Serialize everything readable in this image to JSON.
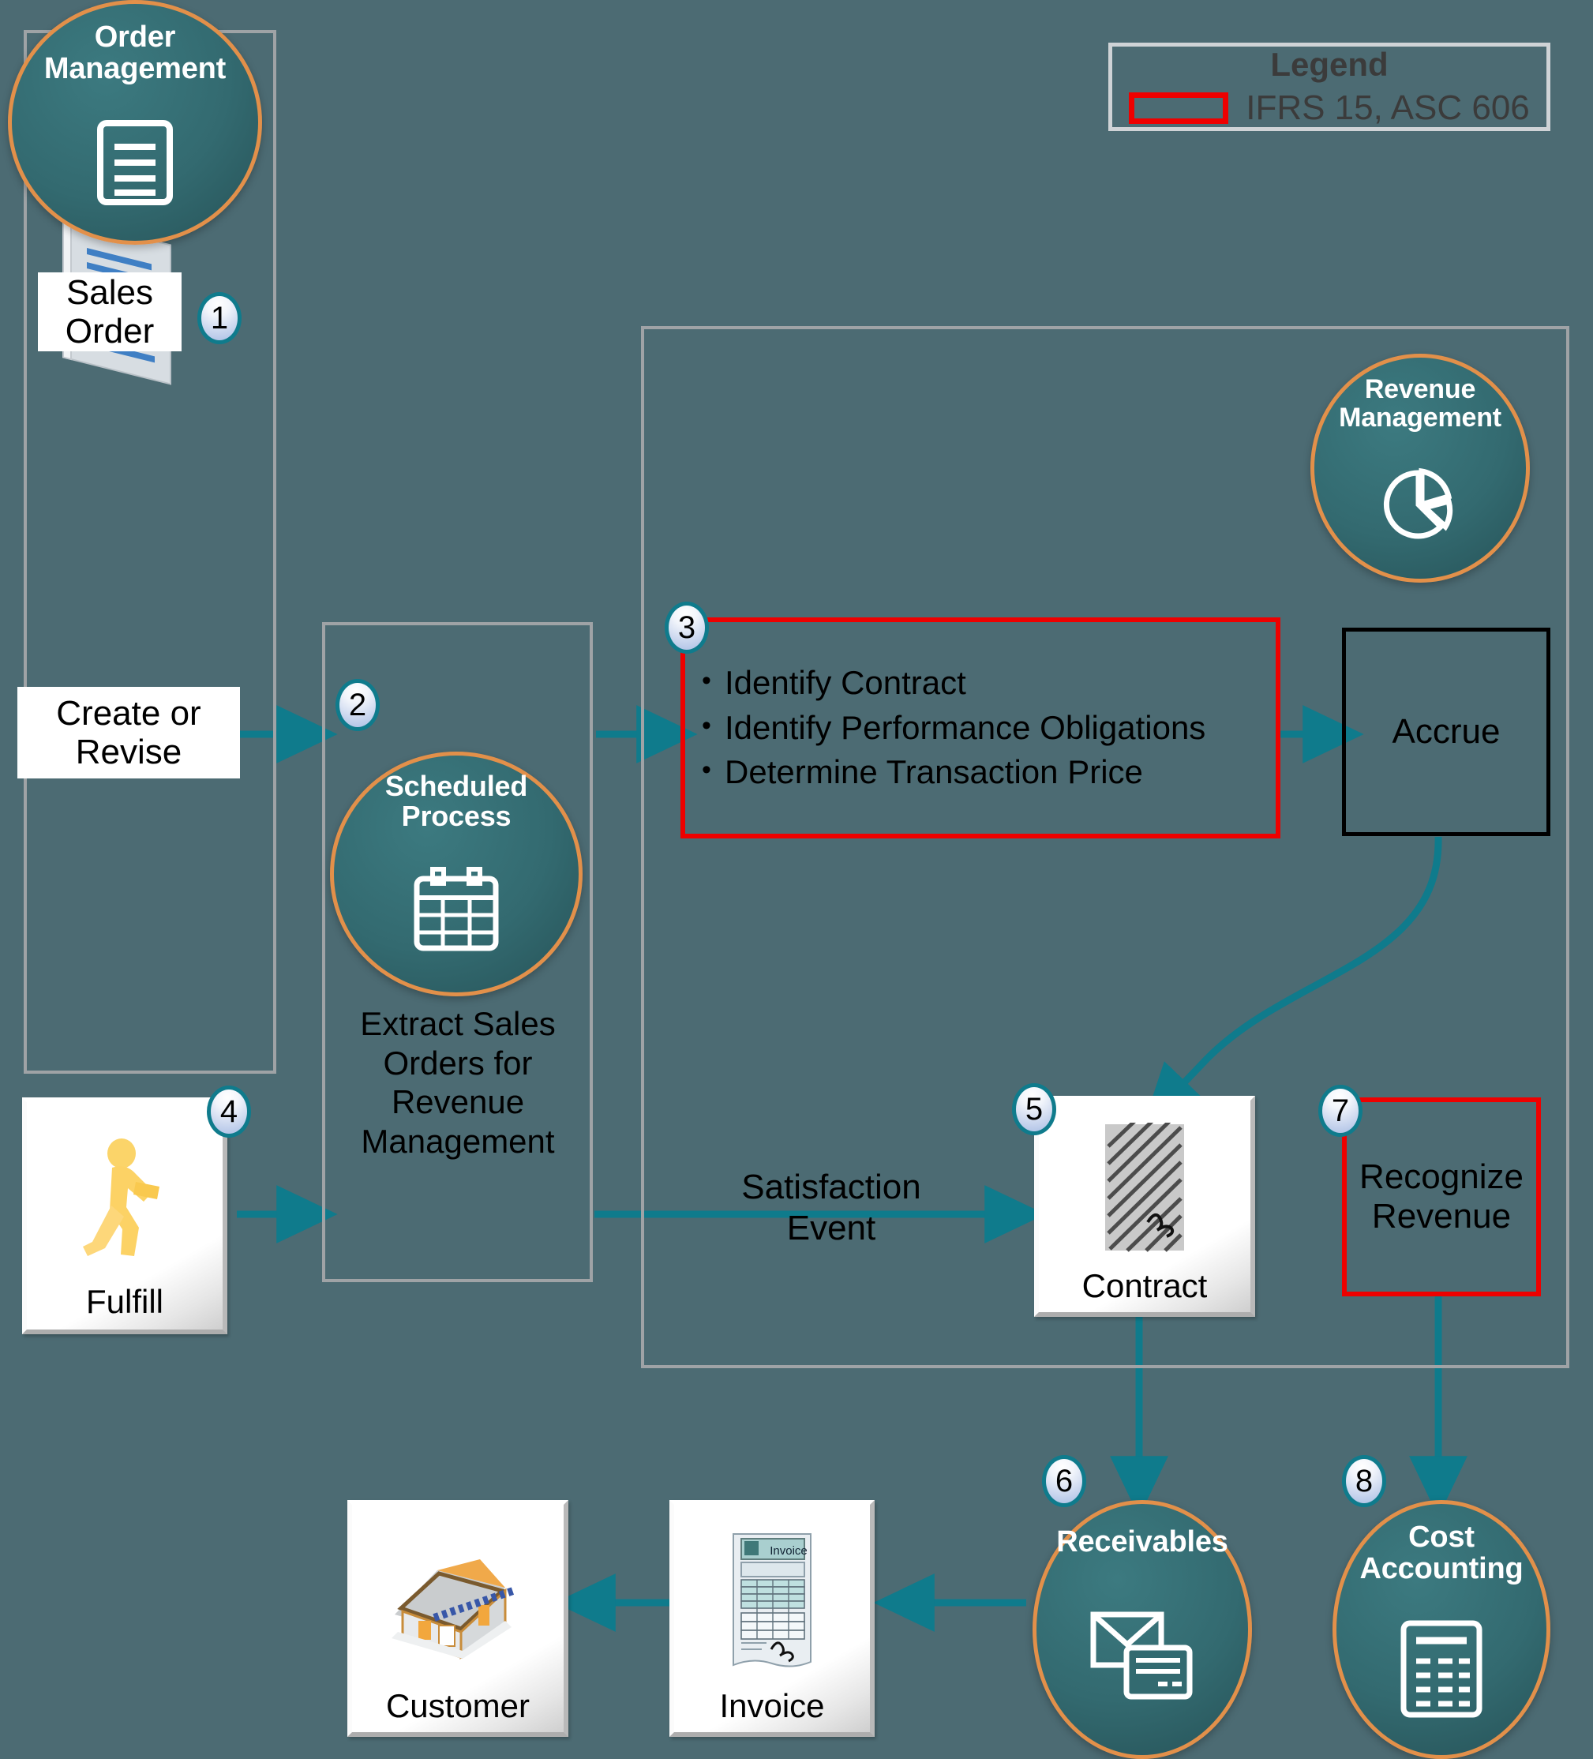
{
  "legend": {
    "title": "Legend",
    "entry_label": "IFRS 15, ASC 606",
    "swatch_color": "#ee0000"
  },
  "colors": {
    "background": "#4c6b73",
    "circle_fill": "#336a70",
    "circle_border": "#e2904a",
    "arrow": "#0f7b8c",
    "badge_border": "#0f7b8c",
    "frame": "#9fa3a6",
    "highlight_red": "#ee0000",
    "accrue_border": "#000000"
  },
  "apps": {
    "order_management": {
      "label": "Order\nManagement",
      "line1": "Order",
      "line2": "Management",
      "icon": "document-icon"
    },
    "revenue_management": {
      "line1": "Revenue",
      "line2": "Management",
      "icon": "pie-chart-icon"
    },
    "scheduled_process": {
      "line1": "Scheduled",
      "line2": "Process",
      "icon": "calendar-icon"
    },
    "receivables": {
      "line1": "Receivables",
      "line2": "",
      "icon": "envelope-invoice-icon"
    },
    "cost_accounting": {
      "line1": "Cost",
      "line2": "Accounting",
      "icon": "ledger-icon"
    }
  },
  "nodes": {
    "sales_order": {
      "label": "Sales\nOrder",
      "line1": "Sales",
      "line2": "Order",
      "icon": "sales-order-document-icon"
    },
    "create_or_revise": {
      "line1": "Create or",
      "line2": "Revise"
    },
    "extract_caption": {
      "line1": "Extract Sales",
      "line2": "Orders for",
      "line3": "Revenue",
      "line4": "Management"
    },
    "steps_box": {
      "bullets": [
        "Identify Contract",
        "Identify Performance Obligations",
        "Determine Transaction Price"
      ]
    },
    "accrue": {
      "label": "Accrue"
    },
    "fulfill": {
      "label": "Fulfill",
      "icon": "person-walking-icon"
    },
    "satisfaction_event": {
      "line1": "Satisfaction",
      "line2": "Event"
    },
    "contract": {
      "label": "Contract",
      "icon": "signed-contract-icon"
    },
    "recognize_revenue": {
      "line1": "Recognize",
      "line2": "Revenue"
    },
    "invoice": {
      "label": "Invoice",
      "icon": "invoice-document-icon",
      "doc_header": "Invoice"
    },
    "customer": {
      "label": "Customer",
      "icon": "storefront-icon"
    }
  },
  "badges": {
    "b1": "1",
    "b2": "2",
    "b3": "3",
    "b4": "4",
    "b5": "5",
    "b6": "6",
    "b7": "7",
    "b8": "8"
  }
}
